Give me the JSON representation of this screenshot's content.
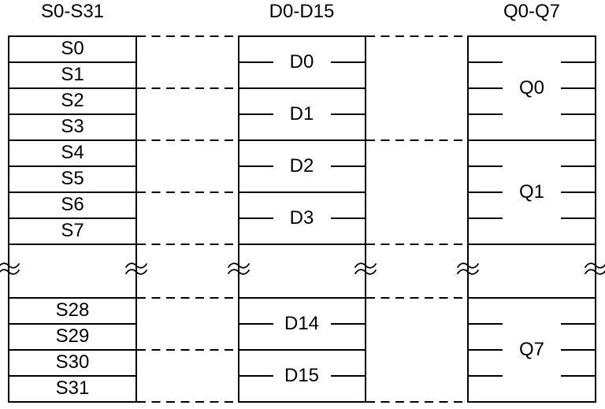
{
  "headers": {
    "s_column": "S0-S31",
    "d_column": "D0-D15",
    "q_column": "Q0-Q7"
  },
  "registers": {
    "s_top": [
      "S0",
      "S1",
      "S2",
      "S3",
      "S4",
      "S5",
      "S6",
      "S7"
    ],
    "s_bottom": [
      "S28",
      "S29",
      "S30",
      "S31"
    ],
    "d_top": [
      "D0",
      "D1",
      "D2",
      "D3"
    ],
    "d_bottom": [
      "D14",
      "D15"
    ],
    "q_top": [
      "Q0",
      "Q1"
    ],
    "q_bottom": [
      "Q7"
    ]
  },
  "icons": {
    "break_marks": "break-squiggle"
  },
  "colors": {
    "line": "#000000",
    "text": "#000000",
    "background": "#ffffff"
  }
}
